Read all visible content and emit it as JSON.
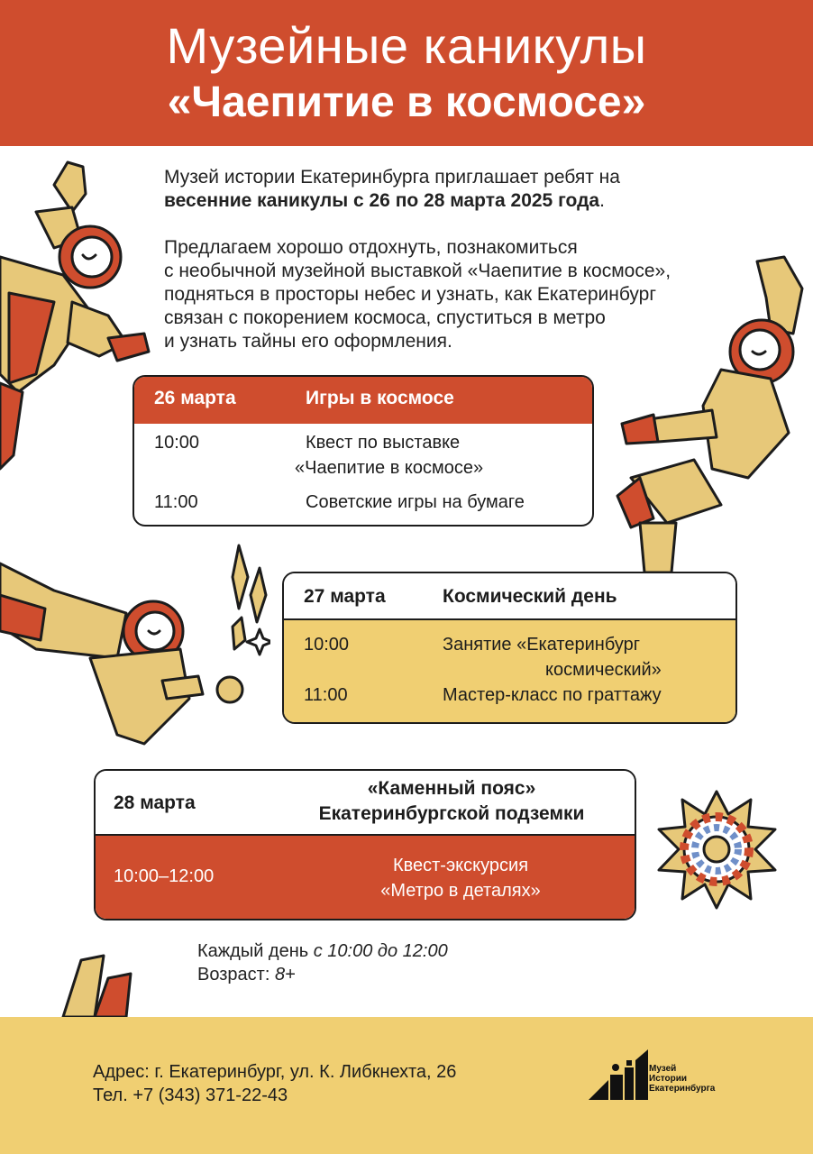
{
  "header": {
    "title": "Музейные каникулы",
    "subtitle": "«Чаепитие в космосе»"
  },
  "intro": {
    "p1_start": "Музей истории Екатеринбурга приглашает ребят на",
    "p1_bold": "весенние каникулы с 26 по 28 марта 2025 года",
    "p1_end": ".",
    "p2_lines": [
      "Предлагаем хорошо отдохнуть, познакомиться",
      "с необычной музейной выставкой «Чаепитие в космосе»,",
      "подняться в просторы небес и узнать, как Екатеринбург",
      "связан с покорением космоса, спуститься в метро",
      "и узнать тайны его оформления."
    ]
  },
  "day1": {
    "date": "26 марта",
    "theme": "Игры в космосе",
    "events": [
      {
        "time": "10:00",
        "line1": "Квест по выставке",
        "line2": "«Чаепитие в космосе»"
      },
      {
        "time": "11:00",
        "line1": "Советские игры на бумаге"
      }
    ]
  },
  "day2": {
    "date": "27 марта",
    "theme": "Космический день",
    "events": [
      {
        "time": "10:00",
        "line1": "Занятие «Екатеринбург",
        "line2": "космический»"
      },
      {
        "time": "11:00",
        "line1": "Мастер-класс по граттажу"
      }
    ]
  },
  "day3": {
    "date": "28 марта",
    "theme_line1": "«Каменный пояс»",
    "theme_line2": "Екатеринбургской подземки",
    "time": "10:00–12:00",
    "event_line1": "Квест-экскурсия",
    "event_line2": "«Метро в деталях»"
  },
  "info": {
    "every_label": "Каждый день",
    "every_value": "с 10:00 до 12:00",
    "age_label": "Возраст:",
    "age_value": "8+"
  },
  "footer": {
    "address": "Адрес: г. Екатеринбург, ул. К. Либкнехта, 26",
    "phone": "Тел. +7 (343) 371-22-43",
    "logo_lines": [
      "Музей",
      "Истории",
      "Екатеринбурга"
    ]
  },
  "colors": {
    "red": "#cf4d2e",
    "yellow": "#f0cf72",
    "dark": "#1c1c1c"
  }
}
